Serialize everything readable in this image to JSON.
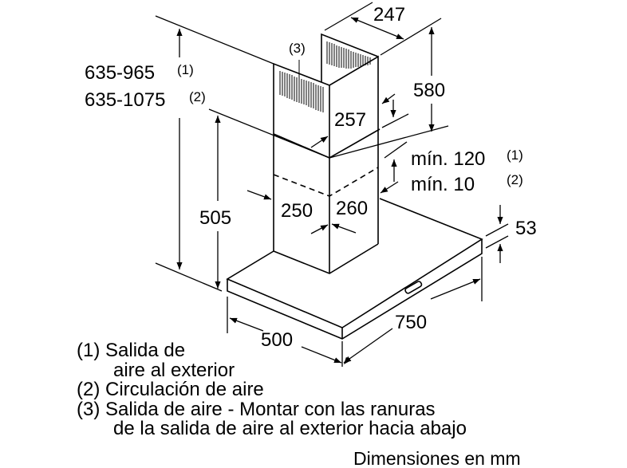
{
  "dimensions": {
    "total_height_1": "635-965",
    "total_height_1_note": "(1)",
    "total_height_2": "635-1075",
    "total_height_2_note": "(2)",
    "outlet_marker": "(3)",
    "upper_chimney_depth": "247",
    "upper_chimney_height": "580",
    "upper_chimney_width": "257",
    "min_overlap_1": "mín. 120",
    "min_overlap_1_note": "(1)",
    "min_overlap_2": "mín. 10",
    "min_overlap_2_note": "(2)",
    "lower_chimney_width": "250",
    "lower_chimney_depth": "260",
    "lower_chimney_height": "505",
    "canopy_thickness": "53",
    "canopy_depth": "500",
    "canopy_width": "750"
  },
  "legend": {
    "item1_num": "(1)",
    "item1_line1": "Salida de",
    "item1_line2": "aire al exterior",
    "item2_num": "(2)",
    "item2_line1": "Circulación de aire",
    "item3_num": "(3)",
    "item3_line1": "Salida de aire - Montar con las ranuras",
    "item3_line2": "de la salida de aire al exterior hacia abajo",
    "units": "Dimensiones en mm"
  }
}
